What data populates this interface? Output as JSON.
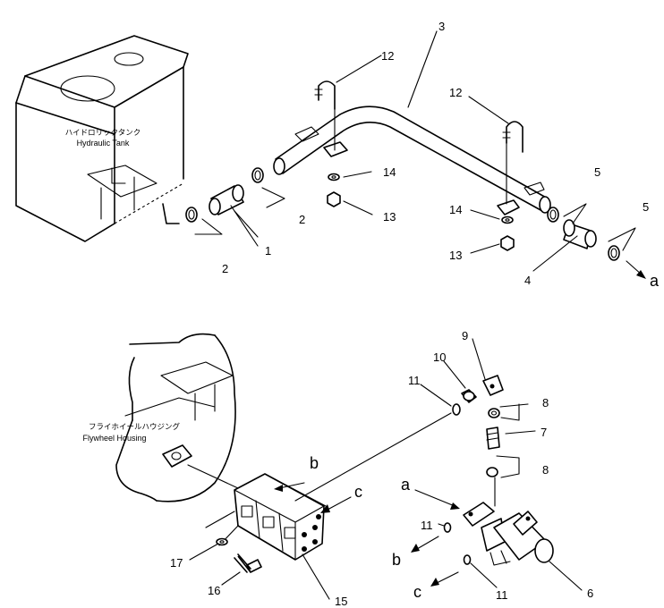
{
  "labels": {
    "tank_jp": "ハイドロリックタンク",
    "tank_en": "Hydraulic Tank",
    "flywheel_jp": "フライホイールハウジング",
    "flywheel_en": "Flywheel Housing"
  },
  "callouts": {
    "n1": "1",
    "n2a": "2",
    "n2b": "2",
    "n3": "3",
    "n4": "4",
    "n5a": "5",
    "n5b": "5",
    "n6": "6",
    "n7": "7",
    "n8a": "8",
    "n8b": "8",
    "n9": "9",
    "n10": "10",
    "n11a": "11",
    "n11b": "11",
    "n11c": "11",
    "n12a": "12",
    "n12b": "12",
    "n13a": "13",
    "n13b": "13",
    "n14a": "14",
    "n14b": "14",
    "n15": "15",
    "n16": "16",
    "n17": "17"
  },
  "connectors": {
    "a1": "a",
    "a2": "a",
    "b1": "b",
    "b2": "b",
    "c1": "c",
    "c2": "c"
  }
}
